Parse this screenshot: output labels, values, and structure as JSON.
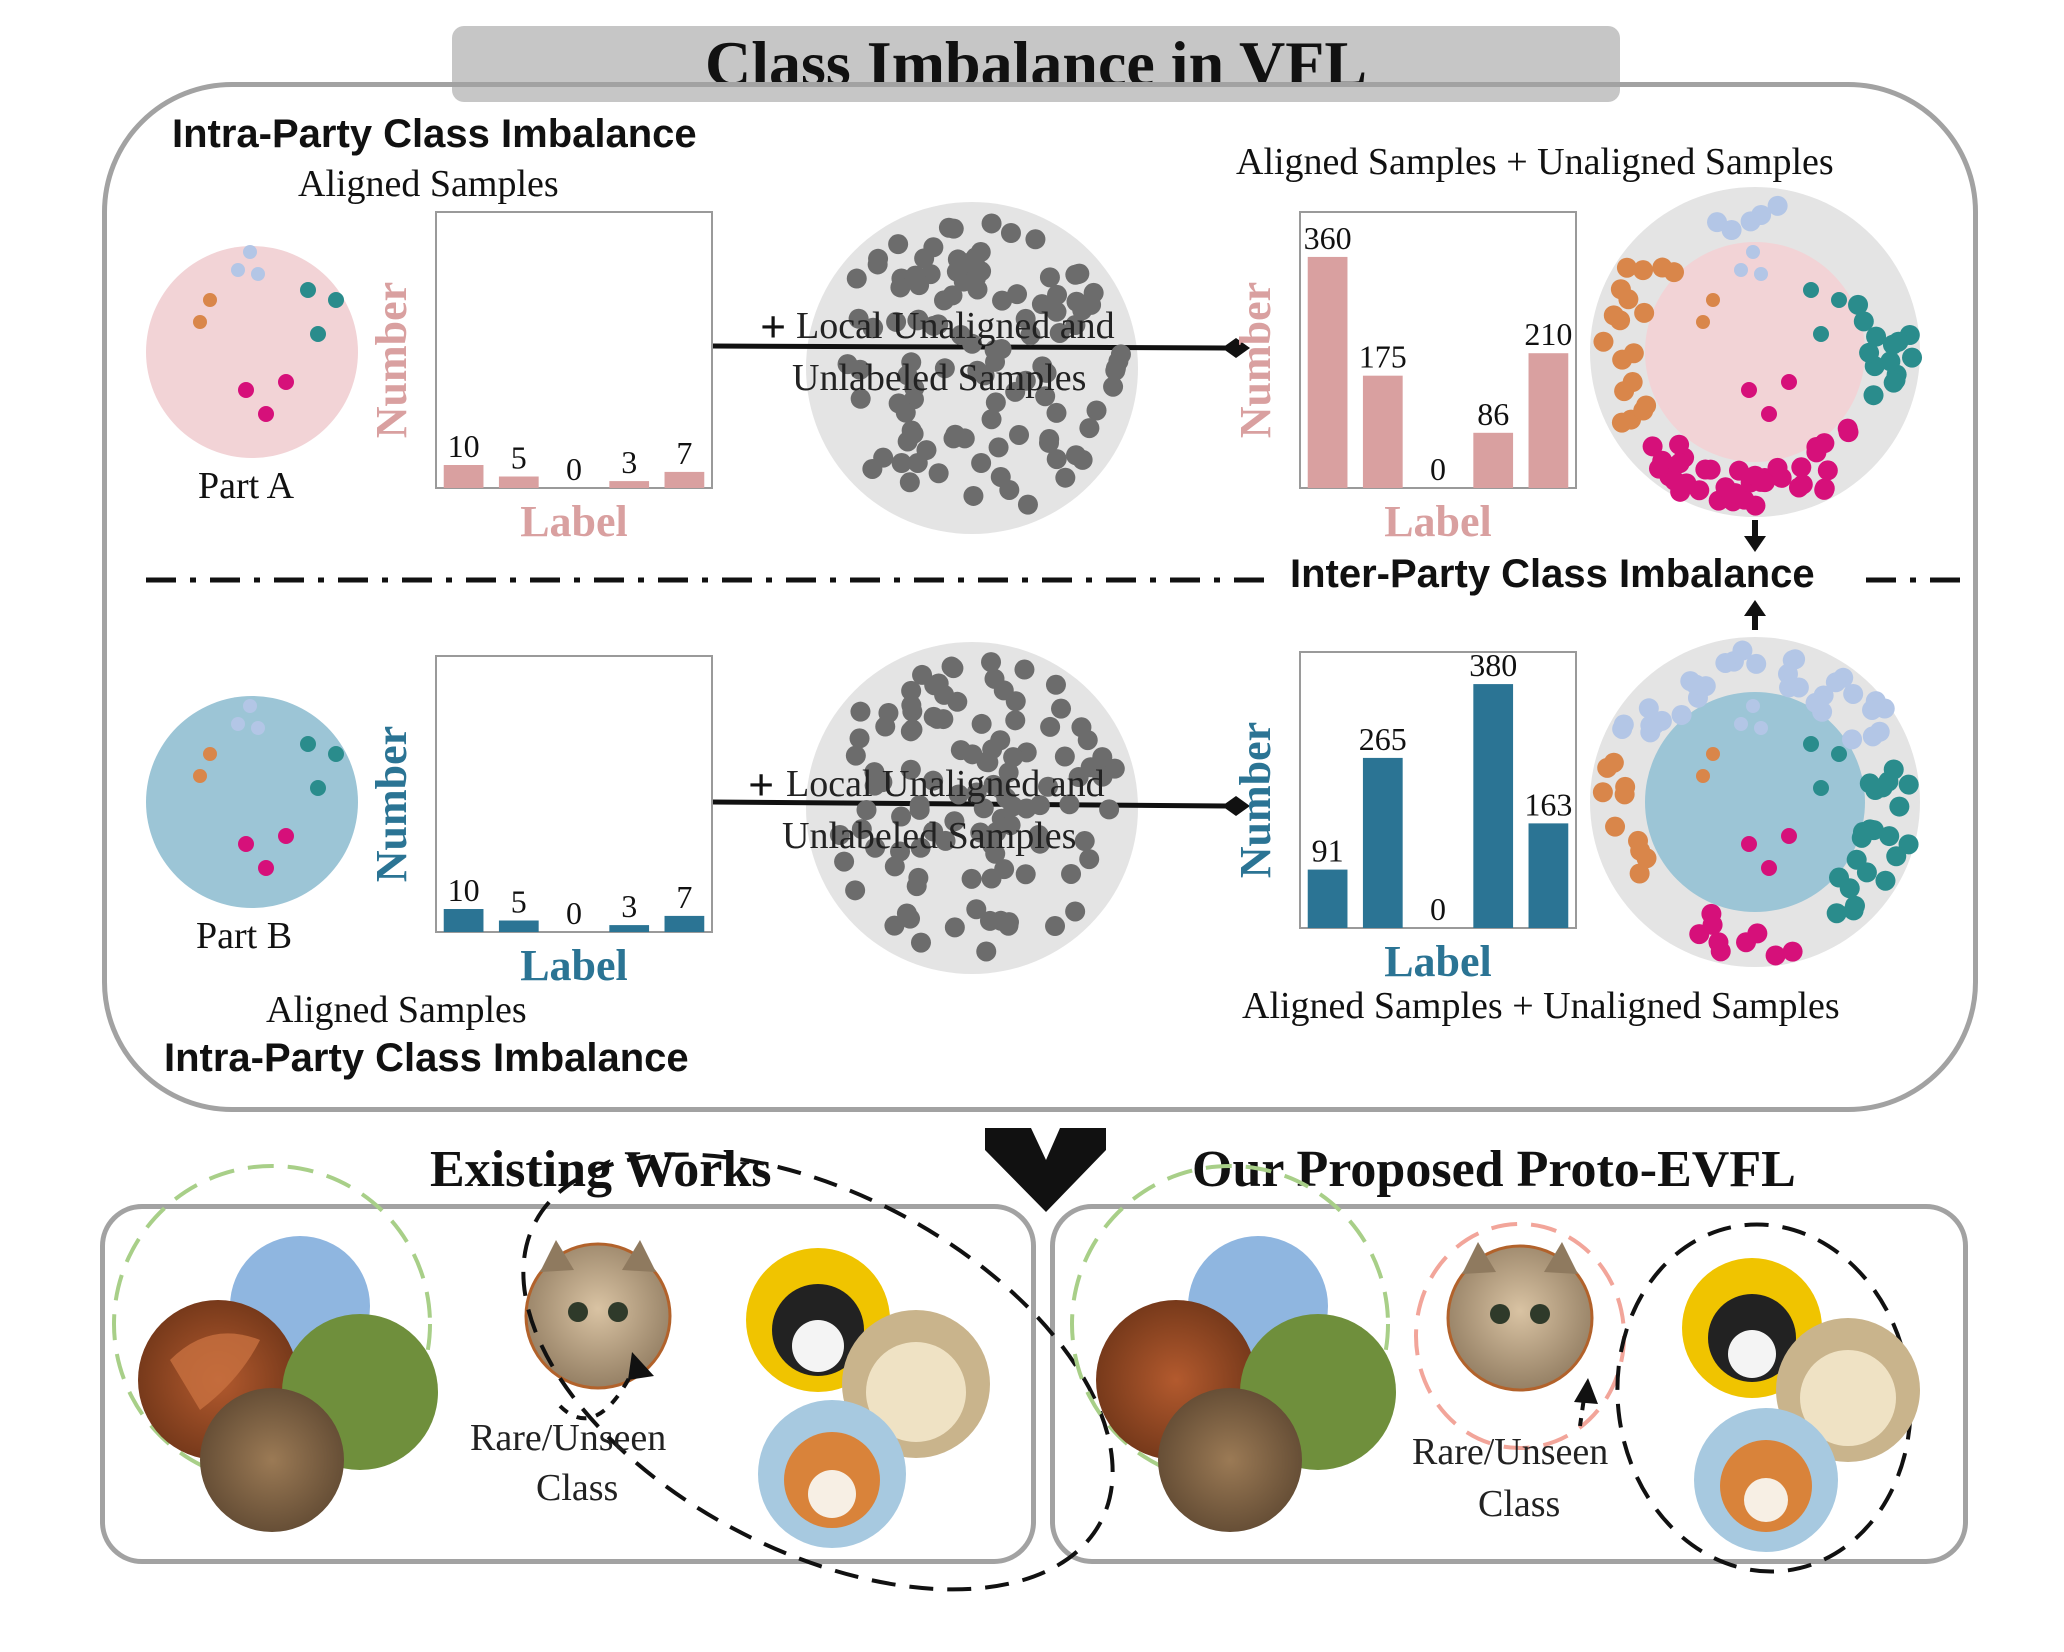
{
  "title": "Class Imbalance in VFL",
  "top": {
    "intra_heading": "Intra-Party Class Imbalance",
    "aligned_samples": "Aligned Samples",
    "aligned_unaligned": "Aligned Samples + Unaligned Samples",
    "party_label": "Part A",
    "local_unaligned": [
      "Local Unaligned and",
      "Unlabeled Samples"
    ],
    "plus": "+"
  },
  "middle": {
    "inter_heading": "Inter-Party Class Imbalance"
  },
  "bottom_party": {
    "intra_heading": "Intra-Party Class Imbalance",
    "aligned_samples": "Aligned Samples",
    "aligned_unaligned": "Aligned Samples + Unaligned Samples",
    "party_label": "Part B",
    "local_unaligned": [
      "Local Unaligned and",
      "Unlabeled Samples"
    ],
    "plus": "+"
  },
  "colors": {
    "party_a": "#d9a0a0",
    "party_a_circle": "#f2d3d6",
    "party_b": "#2b7494",
    "party_b_circle": "#9cc5d6",
    "unlabeled_dot": "#6c6c6c",
    "unlabeled_circle": "#e4e4e4",
    "frame": "#a2a2a2",
    "dot_orange": "#d9864a",
    "dot_teal": "#2a8c8c",
    "dot_magenta": "#d6107a",
    "dot_lavender": "#b3c6e6"
  },
  "chart_data": [
    {
      "type": "bar",
      "categories": [
        "",
        "",
        "",
        "",
        ""
      ],
      "values": [
        10,
        5,
        0,
        3,
        7
      ],
      "labels": [
        "10",
        "5",
        "0",
        "3",
        "7"
      ],
      "xlabel": "Label",
      "ylabel": "Number",
      "ylim": [
        0,
        120
      ],
      "color": "#d9a0a0"
    },
    {
      "type": "bar",
      "categories": [
        "",
        "",
        "",
        "",
        ""
      ],
      "values": [
        360,
        175,
        0,
        86,
        210
      ],
      "labels": [
        "360",
        "175",
        "0",
        "86",
        "210"
      ],
      "xlabel": "Label",
      "ylabel": "Number",
      "ylim": [
        0,
        430
      ],
      "color": "#d9a0a0"
    },
    {
      "type": "bar",
      "categories": [
        "",
        "",
        "",
        "",
        ""
      ],
      "values": [
        10,
        5,
        0,
        3,
        7
      ],
      "labels": [
        "10",
        "5",
        "0",
        "3",
        "7"
      ],
      "xlabel": "Label",
      "ylabel": "Number",
      "ylim": [
        0,
        120
      ],
      "color": "#2b7494"
    },
    {
      "type": "bar",
      "categories": [
        "",
        "",
        "",
        "",
        ""
      ],
      "values": [
        91,
        265,
        0,
        380,
        163
      ],
      "labels": [
        "91",
        "265",
        "0",
        "380",
        "163"
      ],
      "xlabel": "Label",
      "ylabel": "Number",
      "ylim": [
        0,
        430
      ],
      "color": "#2b7494"
    }
  ],
  "lower": {
    "existing_heading": "Existing Works",
    "proposed_heading": "Our Proposed Proto-EVFL",
    "rare_label": [
      "Rare/Unseen",
      "Class"
    ],
    "proposed_rare_label": [
      "Rare/Unseen",
      "Class"
    ],
    "animal_icons": [
      "horse-icon",
      "cat-icon",
      "dog-icon"
    ]
  }
}
